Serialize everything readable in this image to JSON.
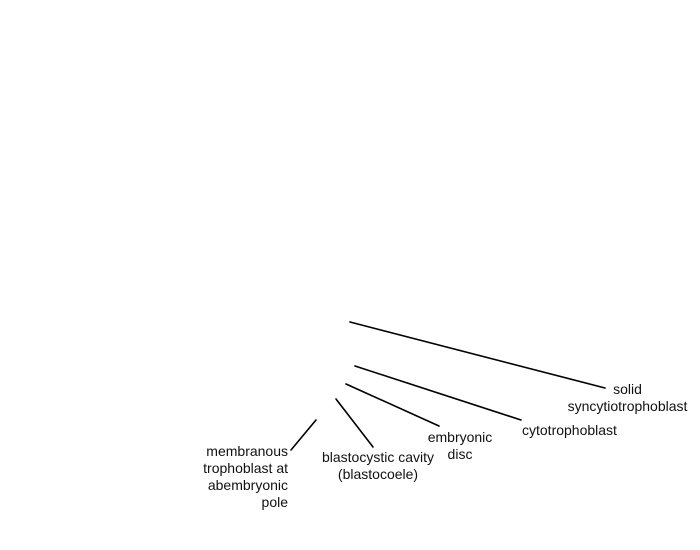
{
  "labels": {
    "solid_syncytiotrophoblast": "solid\nsyncytiotrophoblast",
    "cytotrophoblast": "cytotrophoblast",
    "embryonic_disc": "embryonic\ndisc",
    "blastocystic_cavity": "blastocystic cavity\n(blastocoele)",
    "membranous_trophoblast": "membranous\ntrophoblast at\nabembryonic pole"
  },
  "colors": {
    "background": "#ffffff",
    "lines": "#000000",
    "text": "#111111"
  }
}
